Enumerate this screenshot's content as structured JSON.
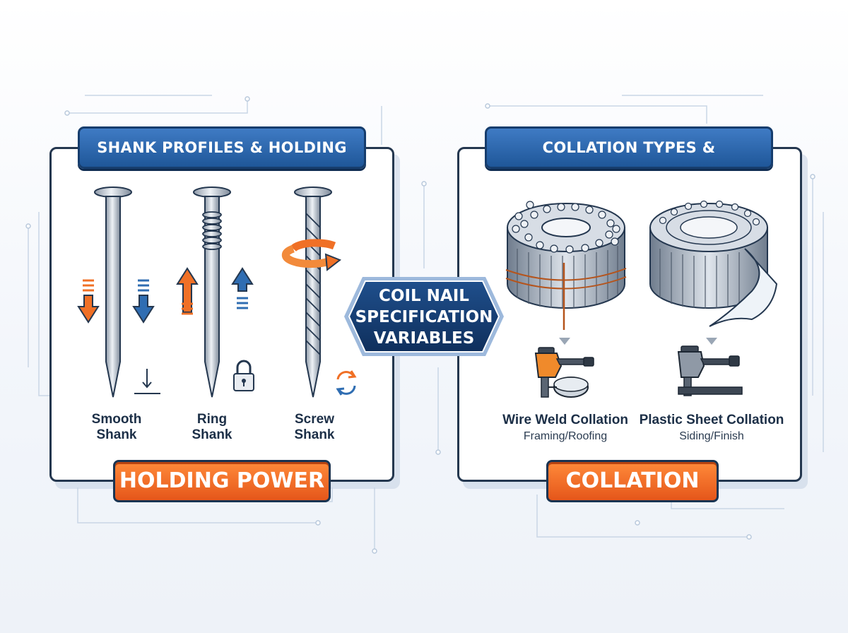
{
  "center": {
    "line1": "COIL NAIL",
    "line2": "SPECIFICATION",
    "line3": "VARIABLES"
  },
  "left_panel": {
    "title": "SHANK PROFILES & HOLDING POWER",
    "badge": "HOLDING POWER",
    "nails": [
      {
        "line1": "Smooth",
        "line2": "Shank",
        "icon": "arrow-down-icon"
      },
      {
        "line1": "Ring",
        "line2": "Shank",
        "icon": "lock-icon"
      },
      {
        "line1": "Screw",
        "line2": "Shank",
        "icon": "rotate-icon"
      }
    ]
  },
  "right_panel": {
    "title": "COLLATION TYPES & APPLICATIONS",
    "badge": "COLLATION",
    "types": [
      {
        "name": "Wire Weld Collation",
        "use": "Framing/Roofing",
        "icon": "coil-nailer-icon"
      },
      {
        "name": "Plastic Sheet Collation",
        "use": "Siding/Finish",
        "icon": "siding-nailer-icon"
      }
    ]
  },
  "colors": {
    "navy": "#1f5799",
    "orange": "#f07026",
    "outline": "#24374f",
    "steel": "#c4ccd6"
  }
}
